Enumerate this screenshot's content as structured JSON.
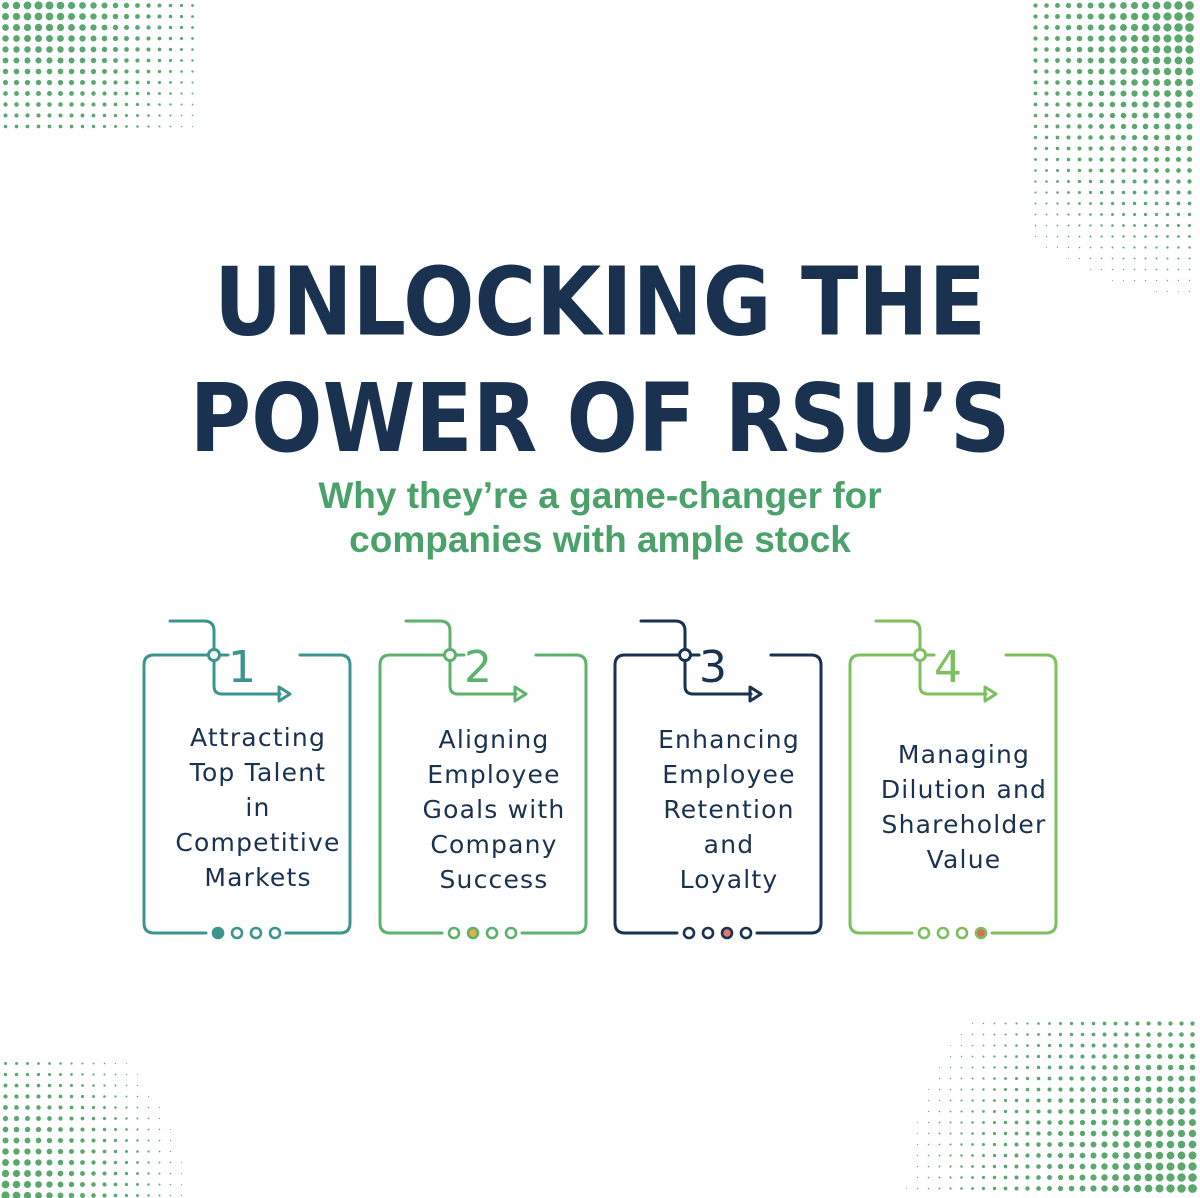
{
  "title": {
    "line1": "UNLOCKING THE",
    "line2": "POWER OF RSU’S"
  },
  "subtitle": {
    "line1": "Why they’re a game-changer for",
    "line2": "companies with ample stock"
  },
  "colors": {
    "title": "#1a3150",
    "subtitle": "#4aa26a",
    "dots": "#5aa86e"
  },
  "steps": [
    {
      "number": "1",
      "color": "#3c948f",
      "label_lines": [
        "Attracting",
        "Top Talent",
        "in",
        "Competitive",
        "Markets"
      ],
      "active_dot": 1,
      "active_color": "#3c948f"
    },
    {
      "number": "2",
      "color": "#5cb26c",
      "label_lines": [
        "Aligning",
        "Employee",
        "Goals with",
        "Company",
        "Success"
      ],
      "active_dot": 2,
      "active_color": "#e8ab45"
    },
    {
      "number": "3",
      "color": "#1a3150",
      "label_lines": [
        "Enhancing",
        "Employee",
        "Retention",
        "and",
        "Loyalty"
      ],
      "active_dot": 3,
      "active_color": "#e07a6a"
    },
    {
      "number": "4",
      "color": "#7cbf5e",
      "label_lines": [
        "Managing",
        "Dilution and",
        "Shareholder",
        "Value"
      ],
      "active_dot": 4,
      "active_color": "#e06a5a"
    }
  ]
}
